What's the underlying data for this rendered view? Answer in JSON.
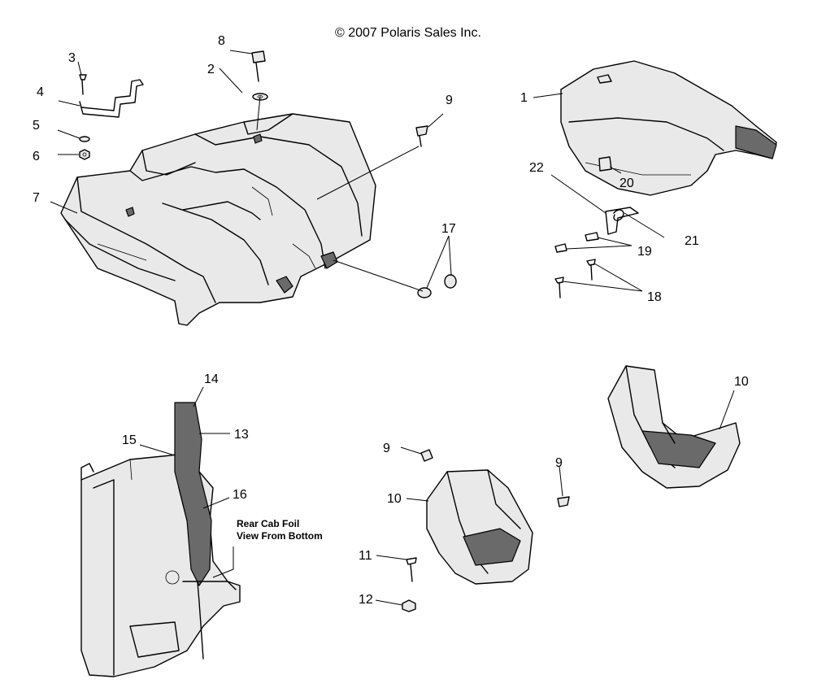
{
  "copyright": "© 2007 Polaris Sales Inc.",
  "note": {
    "line1": "Rear Cab Foil",
    "line2": "View From Bottom"
  },
  "labels": {
    "n1": "1",
    "n2": "2",
    "n3": "3",
    "n4": "4",
    "n5": "5",
    "n6": "6",
    "n7": "7",
    "n8": "8",
    "n9a": "9",
    "n9b": "9",
    "n9c": "9",
    "n10a": "10",
    "n10b": "10",
    "n11": "11",
    "n12": "12",
    "n13": "13",
    "n14": "14",
    "n15": "15",
    "n16": "16",
    "n17": "17",
    "n18": "18",
    "n19": "19",
    "n20": "20",
    "n21": "21",
    "n22": "22"
  }
}
